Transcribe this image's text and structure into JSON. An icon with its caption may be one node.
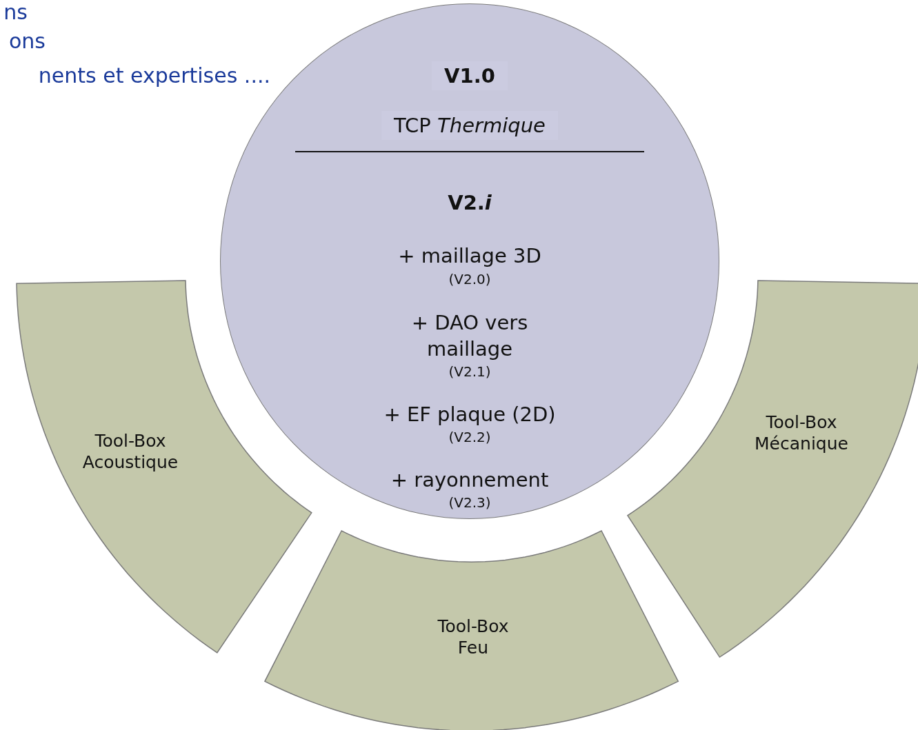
{
  "diagram": {
    "nodes": [
      {
        "text": [
          "V1.0",
          "TCP *Thermique*",
          "V2.*i*",
          "+ maillage 3D",
          "(V2.0)",
          "+ DAO vers maillage",
          "(V2.1)",
          "+ EF plaque (2D)",
          "(V2.2)",
          "+ rayonnement",
          "(V2.3)"
        ]
      },
      {
        "text": [
          "Tool-Box Acoustique"
        ]
      },
      {
        "text": [
          "Tool-Box Feu"
        ]
      },
      {
        "text": [
          "Tool-Box Mécanique"
        ]
      }
    ],
    "edges": [],
    "labels": [
      "ns",
      "ons",
      "nents et expertises ...."
    ]
  }
}
